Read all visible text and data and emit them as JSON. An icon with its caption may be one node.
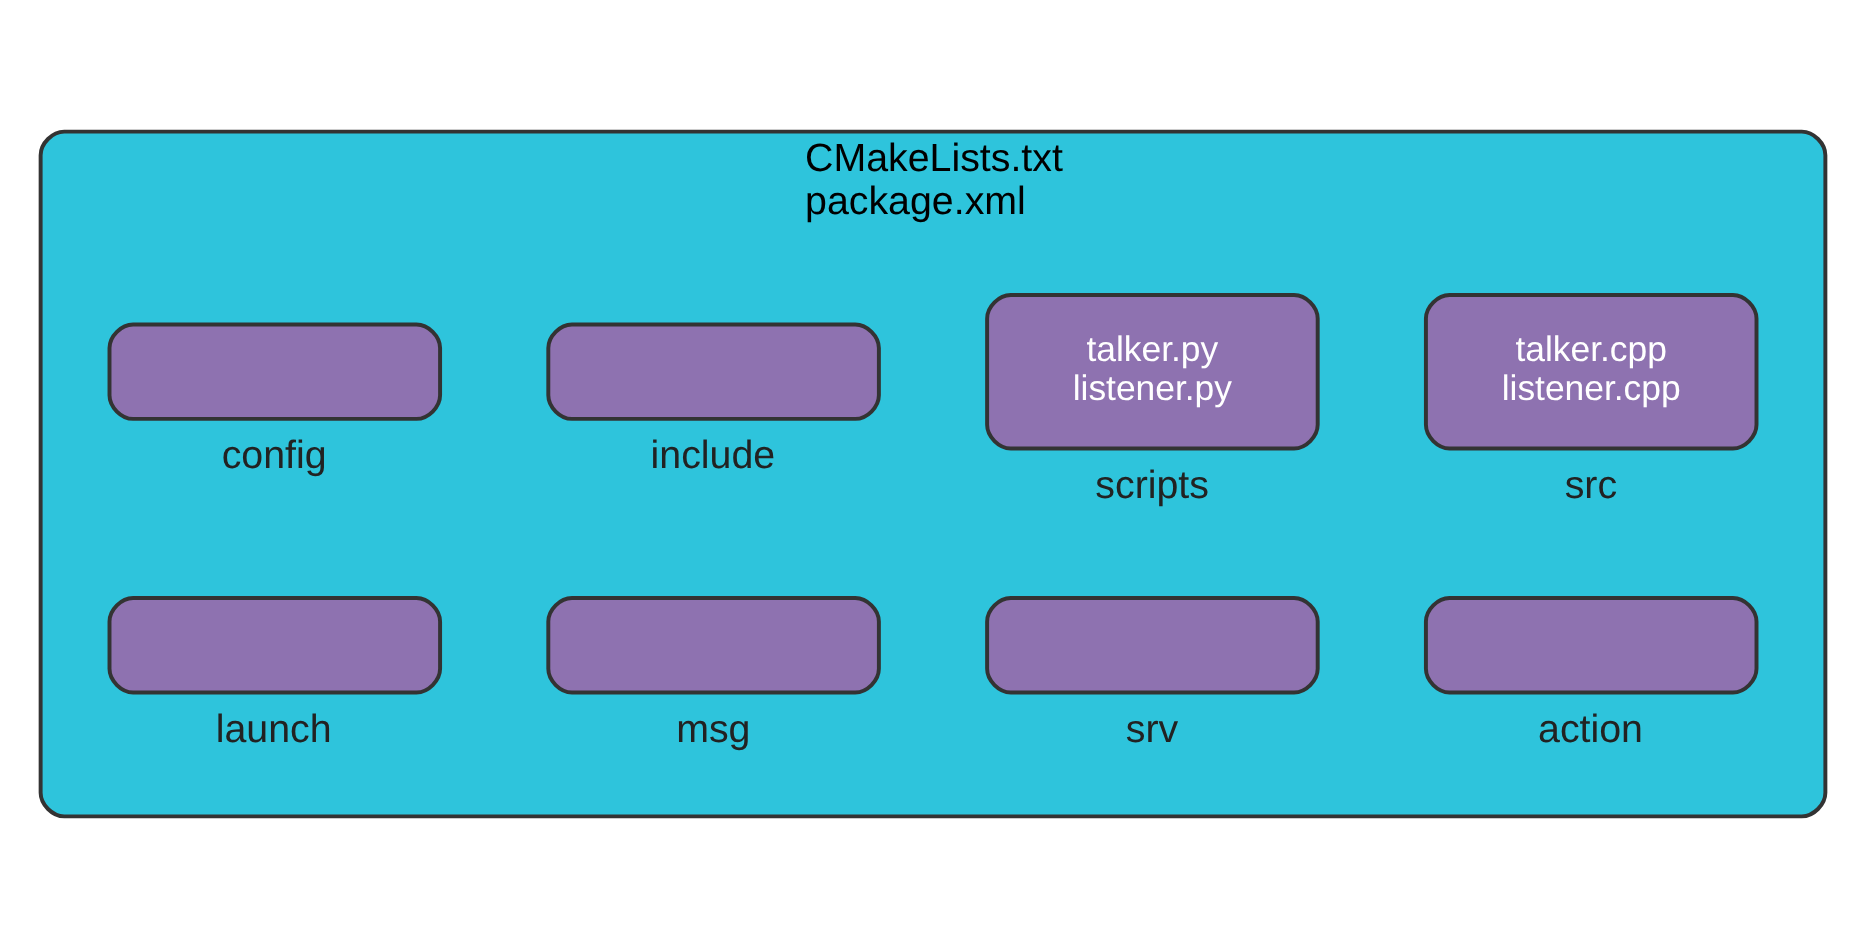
{
  "diagram": {
    "nodes": [
      {
        "text": [
          "CMakeLists.txt",
          "package.xml"
        ]
      },
      {
        "text": [],
        "shape": "box",
        "in": 0,
        "beside": [
          "config"
        ]
      },
      {
        "text": [],
        "shape": "box",
        "in": 0,
        "beside": [
          "include"
        ]
      },
      {
        "text": [
          "talker.py",
          "listener.py"
        ],
        "in": 0,
        "beside": [
          "scripts"
        ]
      },
      {
        "text": [
          "talker.cpp",
          "listener.cpp"
        ],
        "in": 0,
        "beside": [
          "src"
        ]
      },
      {
        "text": [],
        "shape": "box",
        "in": 0,
        "beside": [
          "launch"
        ]
      },
      {
        "text": [],
        "shape": "box",
        "in": 0,
        "beside": [
          "msg"
        ]
      },
      {
        "text": [],
        "shape": "box",
        "in": 0,
        "beside": [
          "srv"
        ]
      },
      {
        "text": [],
        "shape": "box",
        "in": 0,
        "beside": [
          "action"
        ]
      }
    ],
    "edges": []
  }
}
